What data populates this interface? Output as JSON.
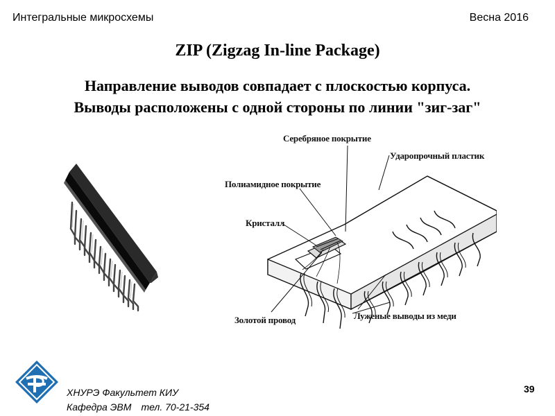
{
  "header": {
    "course": "Интегральные микросхемы",
    "term": "Весна 2016"
  },
  "slide": {
    "title": "ZIP (Zigzag In-line Package)",
    "line1": "Направление выводов совпадает с плоскостью корпуса.",
    "line2": "Выводы расположены с одной стороны по линии \"зиг-заг\""
  },
  "diagram": {
    "silver": "Серебряное покрытие",
    "plastic": "Ударопрочный пластик",
    "polyimide": "Полиамидное покрытие",
    "crystal": "Кристалл",
    "gold_wire": "Золотой провод",
    "copper_leads": "Луженые выводы из меди"
  },
  "footer": {
    "org": "ХНУРЭ Факультет КИУ",
    "dept": "Кафедра ЭВМ",
    "tel": "тел. 70-21-354",
    "page": "39"
  }
}
